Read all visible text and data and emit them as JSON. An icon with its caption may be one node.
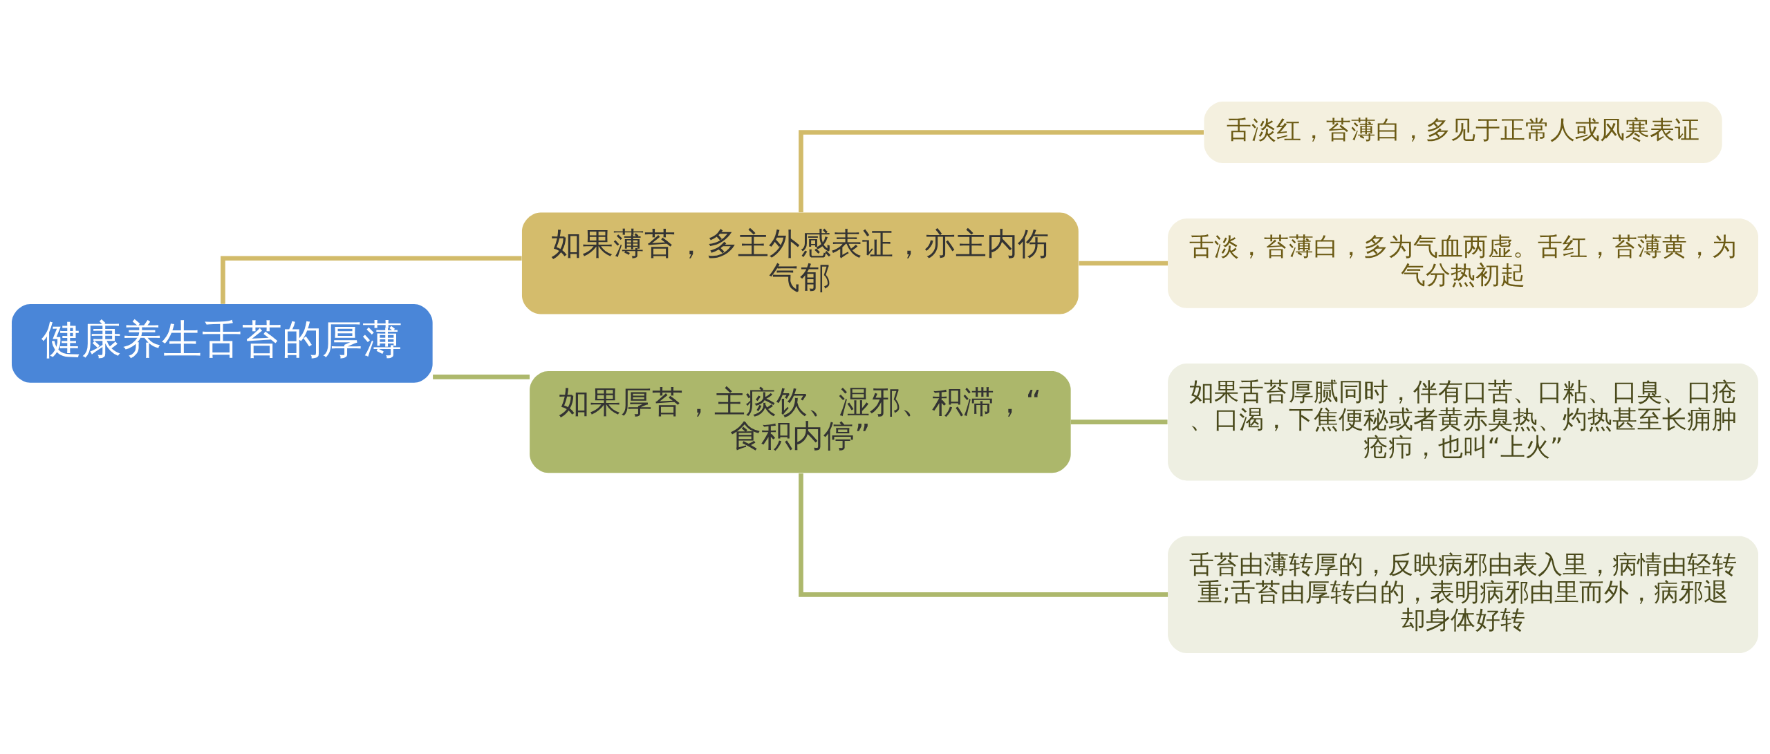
{
  "diagram": {
    "nodes": [
      {
        "text": [
          "健康养生舌苔的厚薄"
        ]
      },
      {
        "text": [
          "如果薄苔，多主外感表证，亦主内伤气郁"
        ]
      },
      {
        "text": [
          "舌淡红，苔薄白，多见于正常人或风寒表证"
        ]
      },
      {
        "text": [
          "舌淡，苔薄白，多为气血两虚。舌红，苔薄黄，为气分热初起"
        ]
      },
      {
        "text": [
          "如果厚苔，主痰饮、湿邪、积滞，“食积内停”"
        ]
      },
      {
        "text": [
          "如果舌苔厚腻同时，伴有口苦、口粘、口臭、口疮、口渴，下焦便秘或者黄赤臭热、灼热甚至长痈肿疮疖，也叫“上火”"
        ]
      },
      {
        "text": [
          "舌苔由薄转厚的，反映病邪由表入里，病情由轻转重;舌苔由厚转白的，表明病邪由里而外，病邪退却身体好转"
        ]
      }
    ],
    "edges": [
      {
        "from": 0,
        "to": 1,
        "arrow": "none",
        "color": "#d2bb6a"
      },
      {
        "from": 1,
        "to": 2,
        "arrow": "none",
        "color": "#d2bb6a"
      },
      {
        "from": 1,
        "to": 3,
        "arrow": "none",
        "color": "#d2bb6a"
      },
      {
        "from": 0,
        "to": 4,
        "arrow": "none",
        "color": "#adb86c"
      },
      {
        "from": 4,
        "to": 5,
        "arrow": "none",
        "color": "#adb86c"
      },
      {
        "from": 4,
        "to": 6,
        "arrow": "none",
        "color": "#adb86c"
      }
    ]
  }
}
